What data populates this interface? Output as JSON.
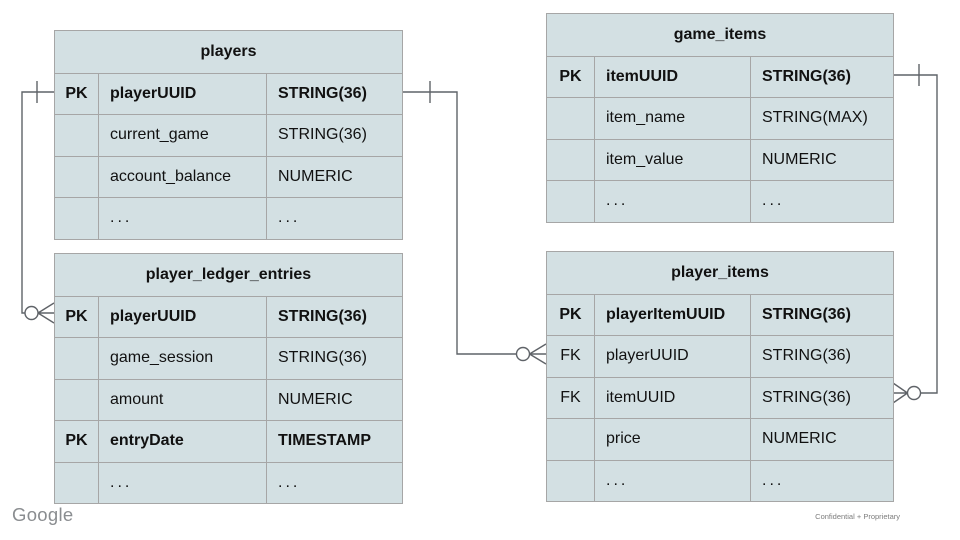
{
  "colors": {
    "table_fill": "#d3e0e3",
    "table_border": "#a6a6a6",
    "connector_line": "#5f6368",
    "text": "#111111",
    "footer_gray": "#8a8d90"
  },
  "diagram": {
    "tables": {
      "players": {
        "title": "players",
        "rows": [
          {
            "key": "PK",
            "name": "playerUUID",
            "type": "STRING(36)"
          },
          {
            "key": "",
            "name": "current_game",
            "type": "STRING(36)"
          },
          {
            "key": "",
            "name": "account_balance",
            "type": "NUMERIC"
          },
          {
            "key": "",
            "name": "...",
            "type": "..."
          }
        ]
      },
      "game_items": {
        "title": "game_items",
        "rows": [
          {
            "key": "PK",
            "name": "itemUUID",
            "type": "STRING(36)"
          },
          {
            "key": "",
            "name": "item_name",
            "type": "STRING(MAX)"
          },
          {
            "key": "",
            "name": "item_value",
            "type": "NUMERIC"
          },
          {
            "key": "",
            "name": "...",
            "type": "..."
          }
        ]
      },
      "player_ledger_entries": {
        "title": "player_ledger_entries",
        "rows": [
          {
            "key": "PK",
            "name": "playerUUID",
            "type": "STRING(36)"
          },
          {
            "key": "",
            "name": "game_session",
            "type": "STRING(36)"
          },
          {
            "key": "",
            "name": "amount",
            "type": "NUMERIC"
          },
          {
            "key": "PK",
            "name": "entryDate",
            "type": "TIMESTAMP"
          },
          {
            "key": "",
            "name": "...",
            "type": "..."
          }
        ]
      },
      "player_items": {
        "title": "player_items",
        "rows": [
          {
            "key": "PK",
            "name": "playerItemUUID",
            "type": "STRING(36)"
          },
          {
            "key": "FK",
            "name": "playerUUID",
            "type": "STRING(36)"
          },
          {
            "key": "FK",
            "name": "itemUUID",
            "type": "STRING(36)"
          },
          {
            "key": "",
            "name": "price",
            "type": "NUMERIC"
          },
          {
            "key": "",
            "name": "...",
            "type": "..."
          }
        ]
      }
    },
    "relationships": [
      {
        "from_table": "players",
        "from_column": "playerUUID",
        "to_table": "player_ledger_entries",
        "to_column": "playerUUID",
        "from_cardinality": "exactly-one",
        "to_cardinality": "zero-or-many"
      },
      {
        "from_table": "players",
        "from_column": "playerUUID",
        "to_table": "player_items",
        "to_column": "playerUUID",
        "from_cardinality": "exactly-one",
        "to_cardinality": "zero-or-many"
      },
      {
        "from_table": "game_items",
        "from_column": "itemUUID",
        "to_table": "player_items",
        "to_column": "itemUUID",
        "from_cardinality": "exactly-one",
        "to_cardinality": "zero-or-many"
      }
    ]
  },
  "footer": {
    "brand": "Google",
    "classification": "Confidential + Proprietary"
  }
}
